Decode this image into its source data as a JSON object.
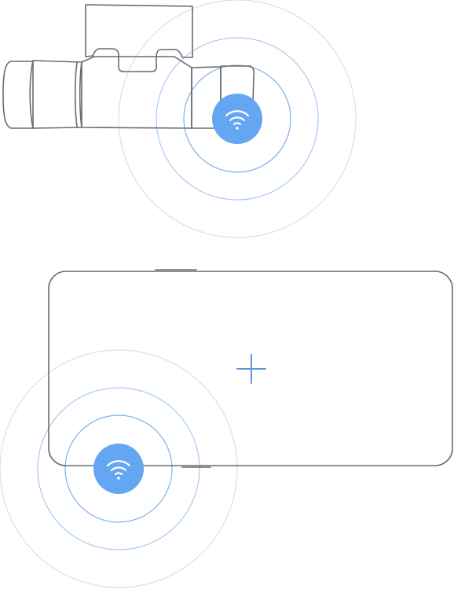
{
  "illustration": {
    "camera": {
      "icon": "camera-outline",
      "signal_icon": "wifi-icon",
      "signal_rings": 3
    },
    "phone": {
      "icon": "phone-outline-landscape",
      "signal_icon": "wifi-icon",
      "signal_rings": 3,
      "center_icon": "plus-icon"
    }
  },
  "colors": {
    "accent": "#64a6f1",
    "ring_light": "#cfe2f6",
    "ring_mid": "#a9cbf0",
    "ring_strong": "#7fb0e9",
    "outline": "#6b6b6b",
    "plus": "#5f95de"
  }
}
